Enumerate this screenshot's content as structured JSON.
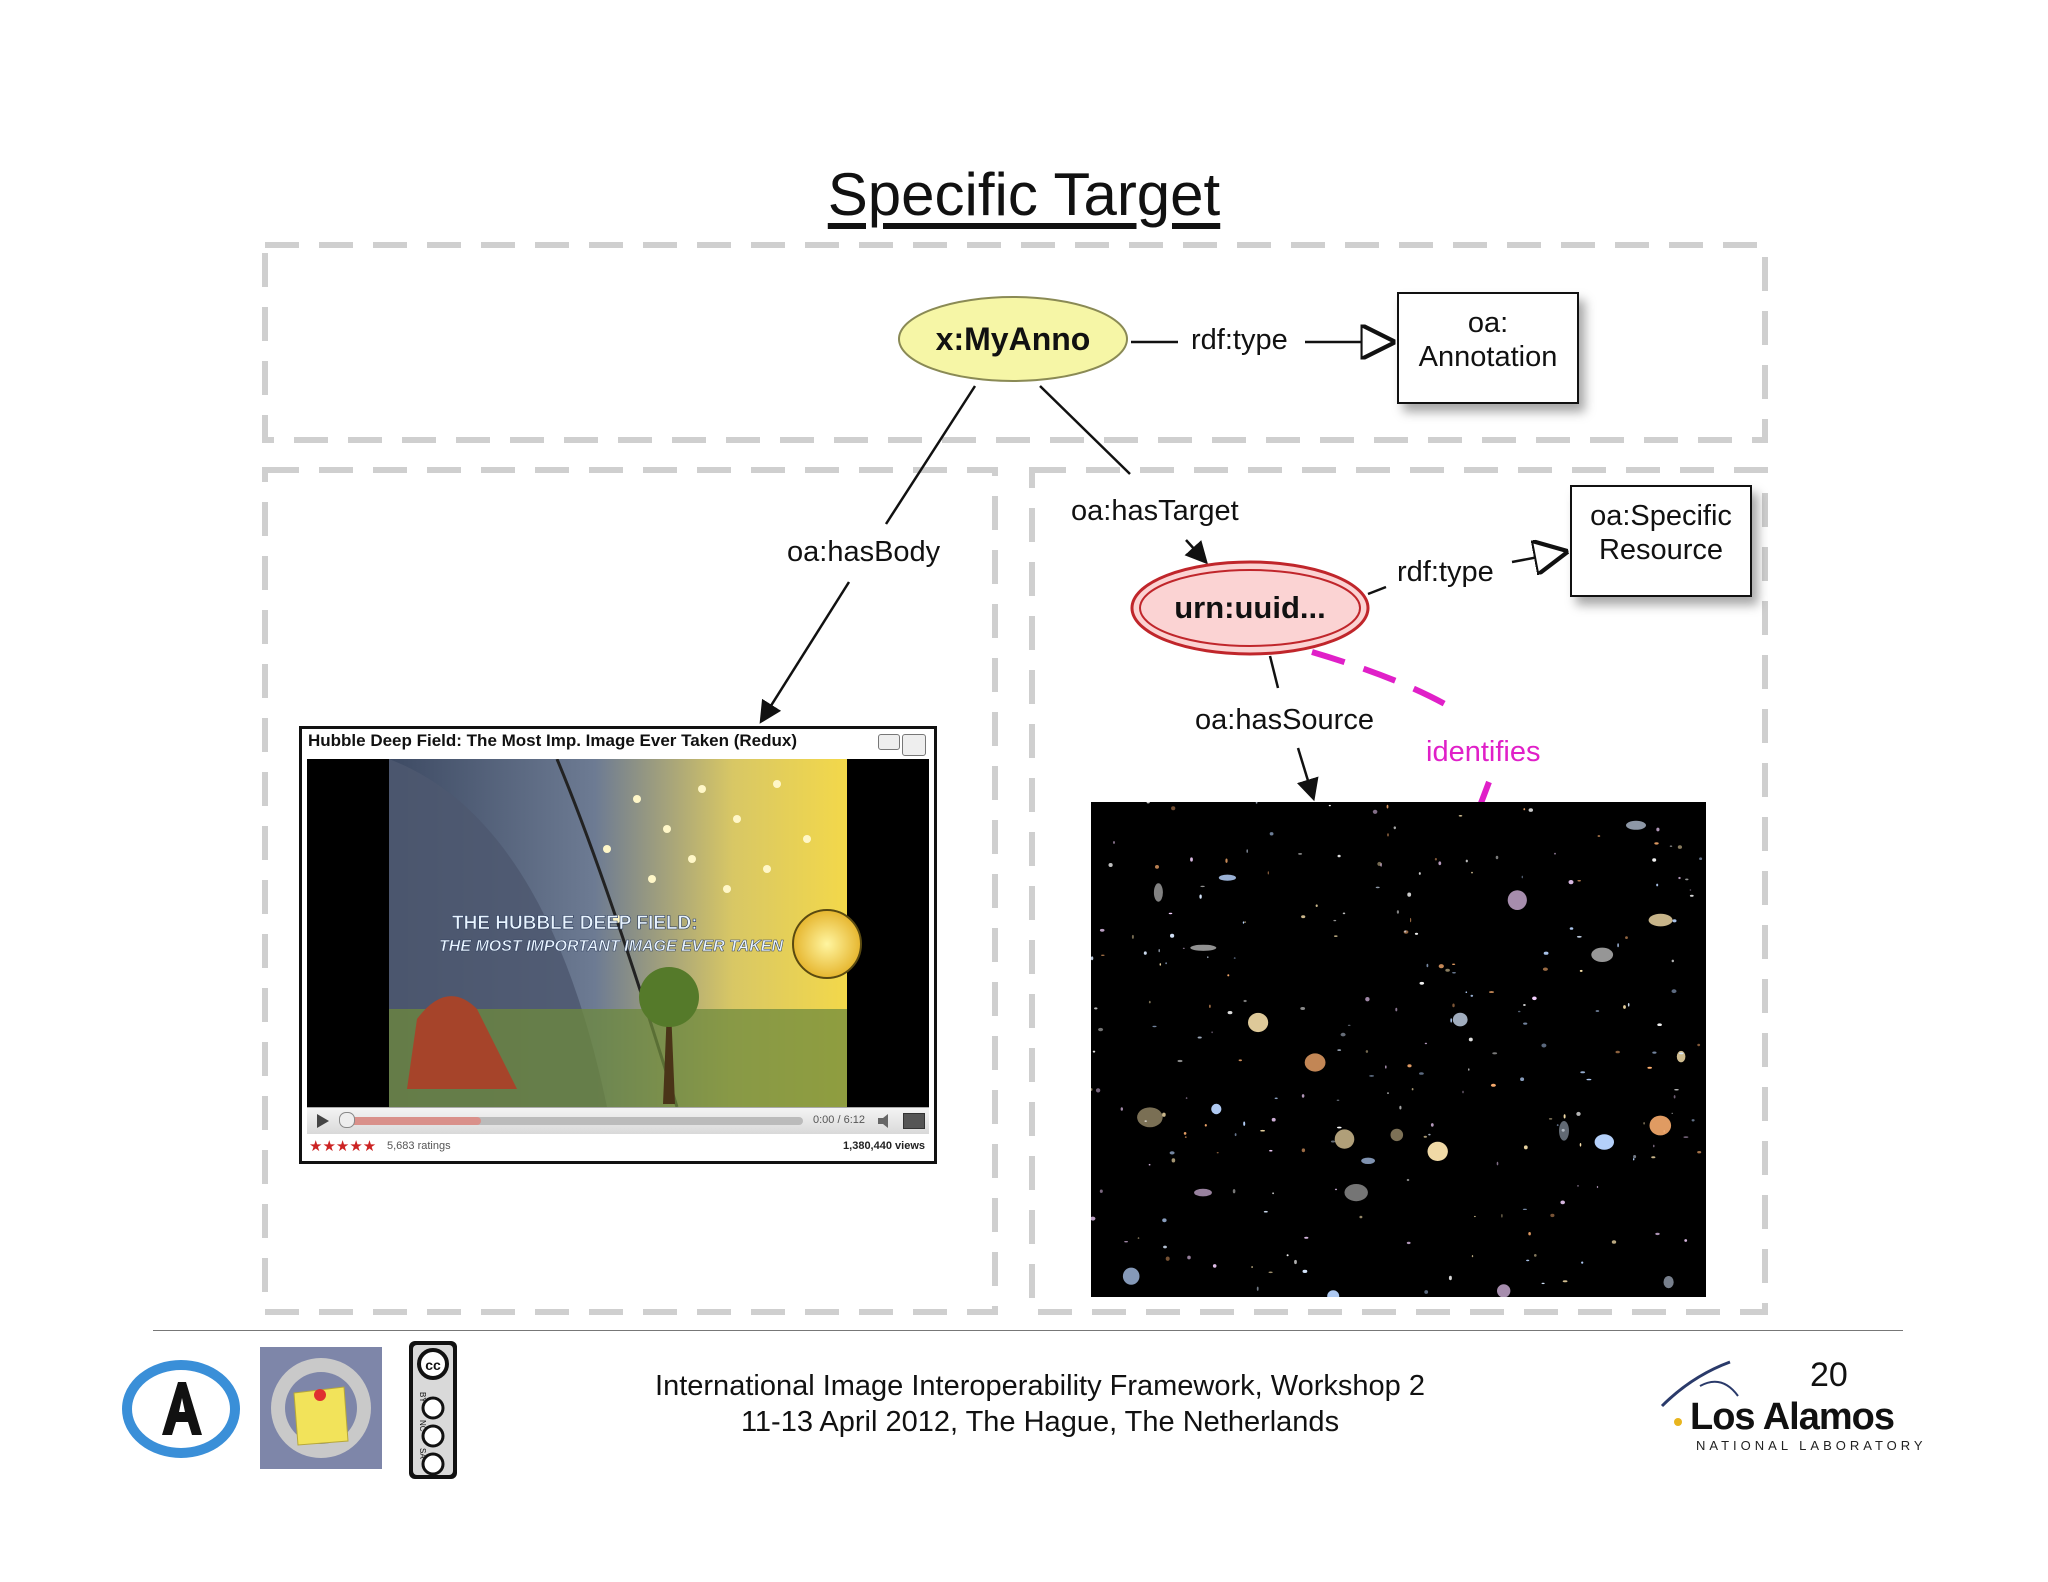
{
  "slide": {
    "title": "Specific Target",
    "page_number": "20"
  },
  "nodes": {
    "annotation": "x:MyAnno",
    "specific_resource": "urn:uuid...",
    "annotation_class": [
      "oa:",
      "Annotation"
    ],
    "specific_resource_class": [
      "oa:Specific",
      "Resource"
    ]
  },
  "edges": {
    "rdf_type_1": "rdf:type",
    "rdf_type_2": "rdf:type",
    "has_body": "oa:hasBody",
    "has_target": "oa:hasTarget",
    "has_source": "oa:hasSource",
    "identifies": "identifies"
  },
  "video": {
    "title": "Hubble Deep Field: The Most Imp. Image Ever Taken (Redux)",
    "overlay_line1": "THE HUBBLE DEEP FIELD:",
    "overlay_line2": "THE MOST IMPORTANT IMAGE EVER TAKEN",
    "time": "0:00 / 6:12",
    "stars": "★★★★★",
    "ratings": "5,683 ratings",
    "views": "1,380,440 views",
    "progress": 0.3
  },
  "footer": {
    "line1": "International Image Interoperability Framework, Workshop 2",
    "line2": "11-13 April 2012, The Hague, The Netherlands",
    "logo_name": "Los Alamos",
    "logo_subtitle": "NATIONAL LABORATORY",
    "cc_terms": [
      "BY",
      "NC",
      "SA"
    ]
  },
  "colors": {
    "annotation_fill": "#f6f6a6",
    "resource_fill": "#fbd3d3",
    "resource_border": "#c0262b",
    "identifies": "#e020c8",
    "dashed_border": "#cfcfcf"
  }
}
